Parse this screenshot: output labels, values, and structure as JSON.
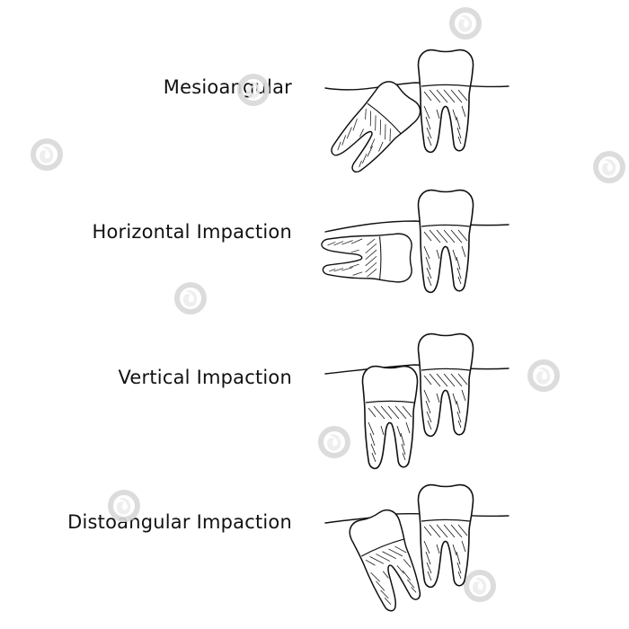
{
  "impaction_types": [
    {
      "label": "Mesioangular"
    },
    {
      "label": "Horizontal Impaction"
    },
    {
      "label": "Vertical Impaction"
    },
    {
      "label": "Distoangular Impaction"
    }
  ],
  "colors": {
    "ink": "#111111",
    "background": "#ffffff",
    "watermark": "#d9d9d9"
  },
  "icons": [
    "molar-tooth-icon",
    "watermark-logo-icon"
  ]
}
